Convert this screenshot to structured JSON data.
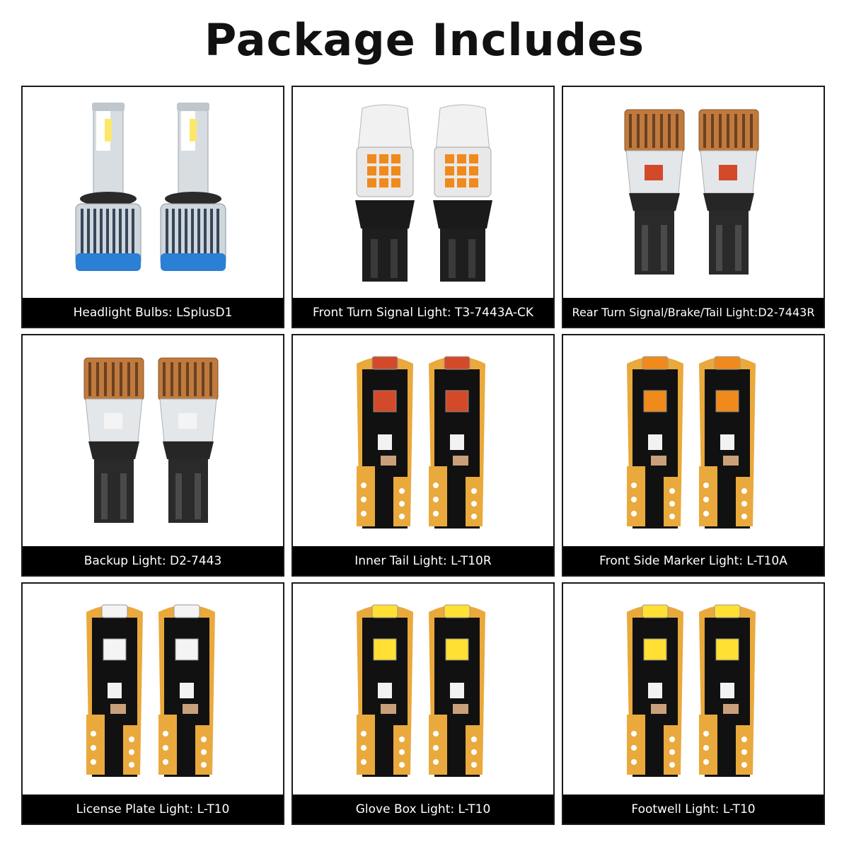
{
  "header": {
    "title": "Package Includes"
  },
  "items": [
    {
      "caption": "Headlight Bulbs: LSplusD1",
      "kind": "d1"
    },
    {
      "caption": "Front Turn Signal Light: T3-7443A-CK",
      "kind": "t3"
    },
    {
      "caption": "Rear Turn Signal/Brake/Tail Light:D2-7443R",
      "kind": "d2red"
    },
    {
      "caption": "Backup Light: D2-7443",
      "kind": "d2white"
    },
    {
      "caption": "Inner Tail Light: L-T10R",
      "kind": "t10red"
    },
    {
      "caption": "Front Side Marker Light: L-T10A",
      "kind": "t10amber"
    },
    {
      "caption": "License Plate Light: L-T10",
      "kind": "t10white"
    },
    {
      "caption": "Glove Box Light: L-T10",
      "kind": "t10yellow"
    },
    {
      "caption": "Footwell Light: L-T10",
      "kind": "t10yellow"
    }
  ],
  "colors": {
    "pcb": "#111111",
    "gold": "#e9a93c",
    "copper": "#c07a3e",
    "blue": "#2b7fd4",
    "silver": "#d8dde2",
    "red_chip": "#d34a2a",
    "amber_chip": "#f08a1c",
    "yellow_chip": "#ffe033",
    "white_chip": "#f4f4f4"
  },
  "icons": {
    "d1": "hid-led-bulb-icon",
    "t3": "t20-led-bulb-icon",
    "d2": "t20-copper-bulb-icon",
    "t10": "t10-wedge-bulb-icon"
  }
}
